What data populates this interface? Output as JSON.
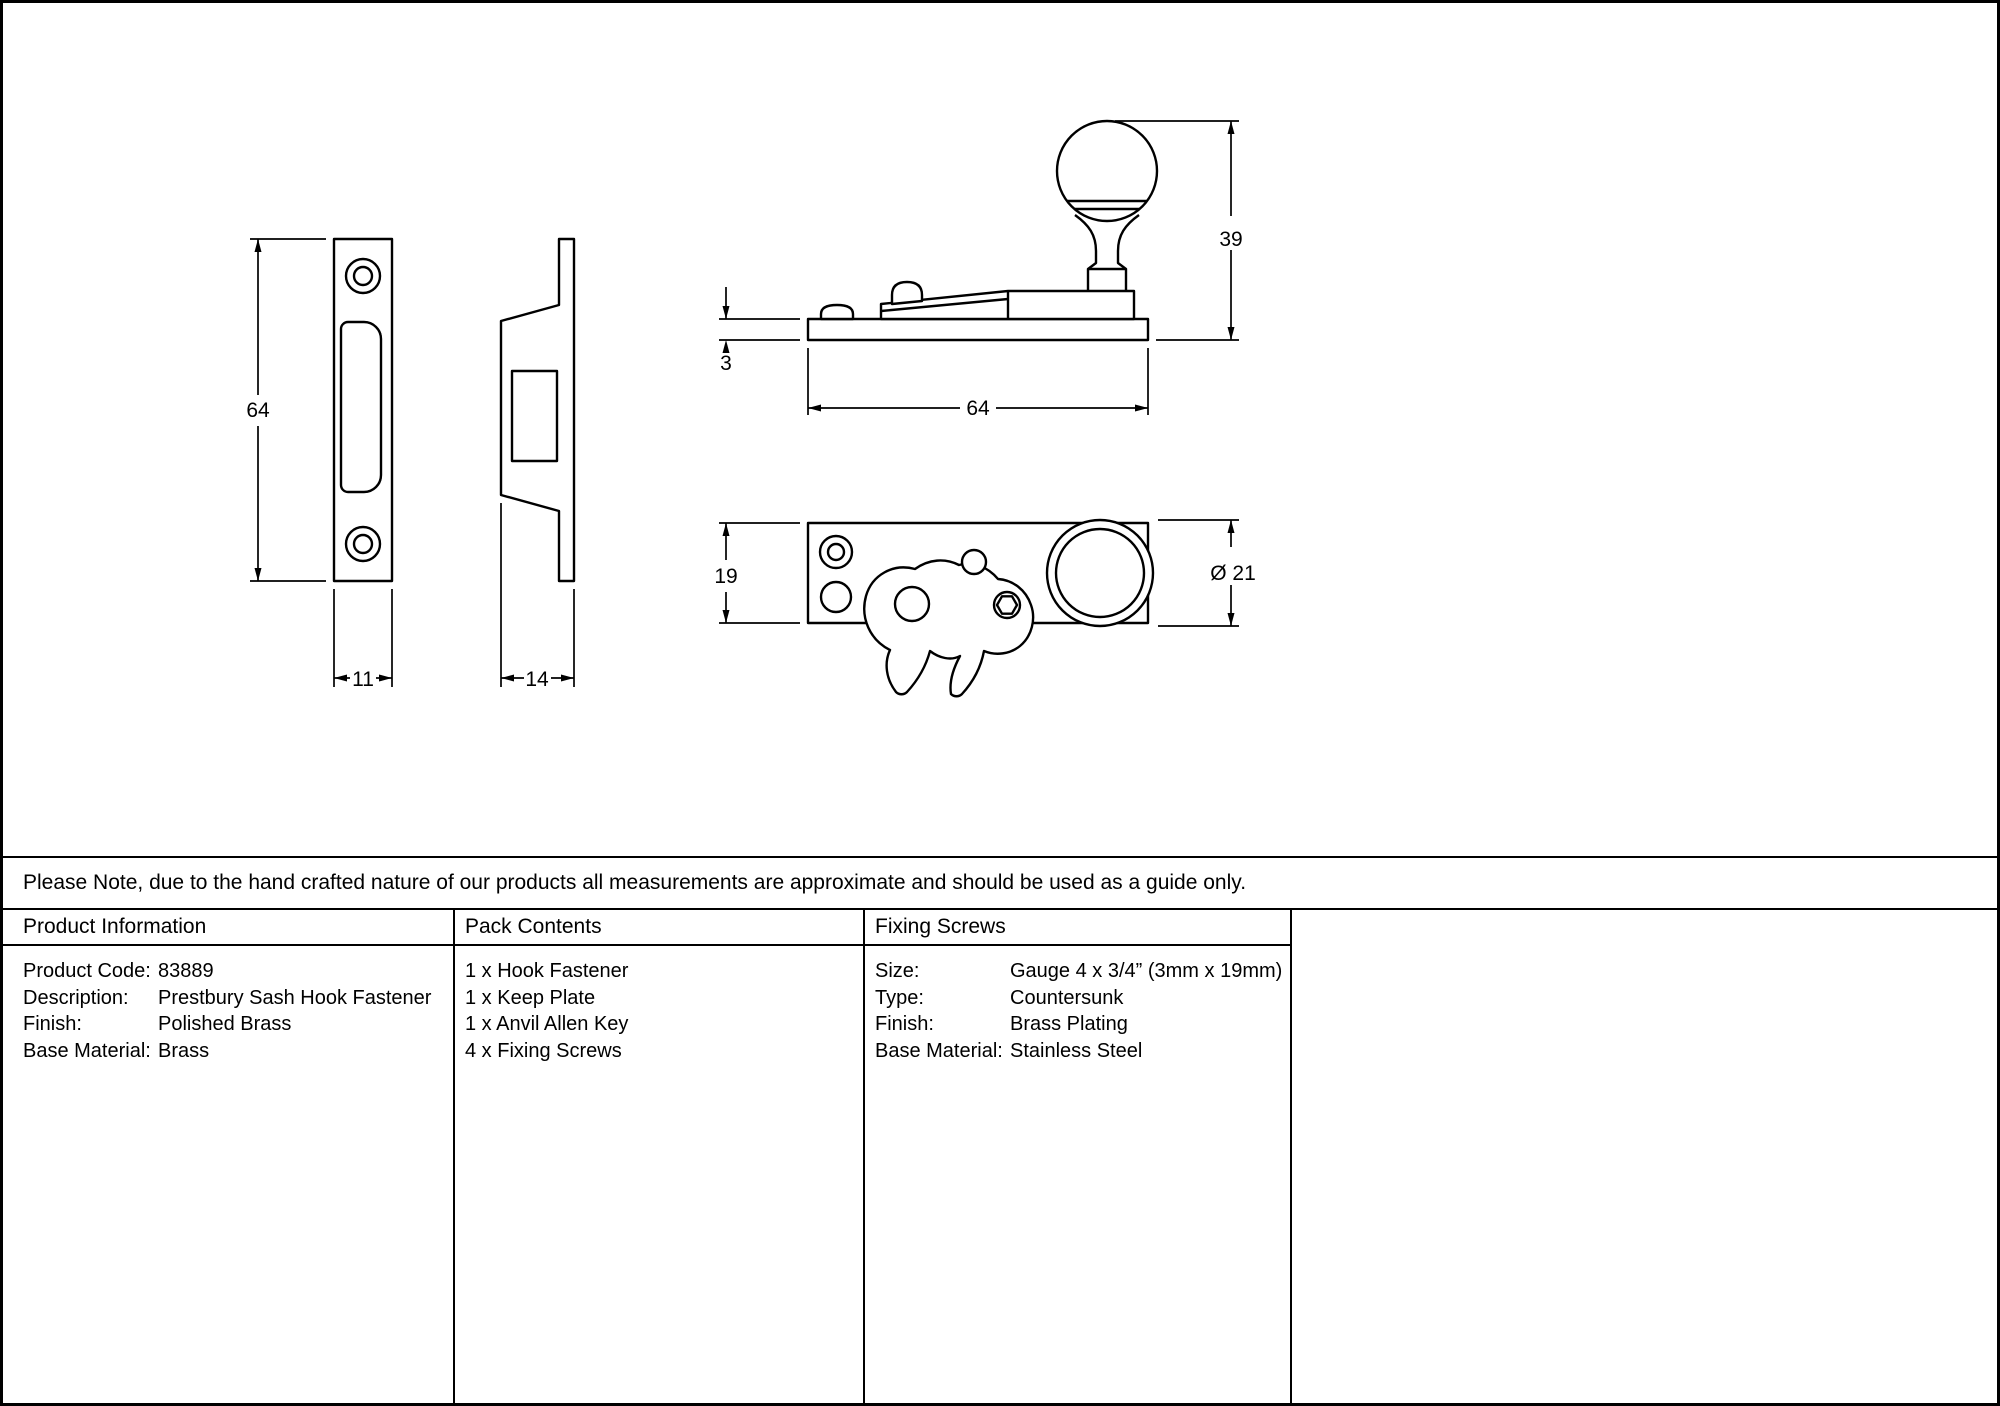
{
  "note": "Please Note, due to the hand crafted nature of our products all measurements are approximate and should be used as a guide only.",
  "drawings": {
    "keep_plate_front": {
      "height": "64",
      "width": "11"
    },
    "keep_plate_side": {
      "depth": "14"
    },
    "fastener_side": {
      "height": "39",
      "plate_thickness": "3",
      "length": "64"
    },
    "fastener_top": {
      "plate_width": "19",
      "knob_diameter": "Ø 21"
    }
  },
  "table": {
    "product_information": {
      "header": "Product Information",
      "rows": [
        {
          "label": "Product Code:",
          "value": "83889"
        },
        {
          "label": "Description:",
          "value": "Prestbury Sash Hook Fastener"
        },
        {
          "label": "Finish:",
          "value": "Polished Brass"
        },
        {
          "label": "Base Material:",
          "value": "Brass"
        }
      ]
    },
    "pack_contents": {
      "header": "Pack Contents",
      "items": [
        "1 x Hook Fastener",
        "1 x Keep Plate",
        "1 x Anvil Allen Key",
        "4 x Fixing Screws"
      ]
    },
    "fixing_screws": {
      "header": "Fixing Screws",
      "rows": [
        {
          "label": "Size:",
          "value": "Gauge 4 x 3/4” (3mm x 19mm)"
        },
        {
          "label": "Type:",
          "value": "Countersunk"
        },
        {
          "label": "Finish:",
          "value": "Brass Plating"
        },
        {
          "label": "Base Material:",
          "value": "Stainless Steel"
        }
      ]
    }
  }
}
